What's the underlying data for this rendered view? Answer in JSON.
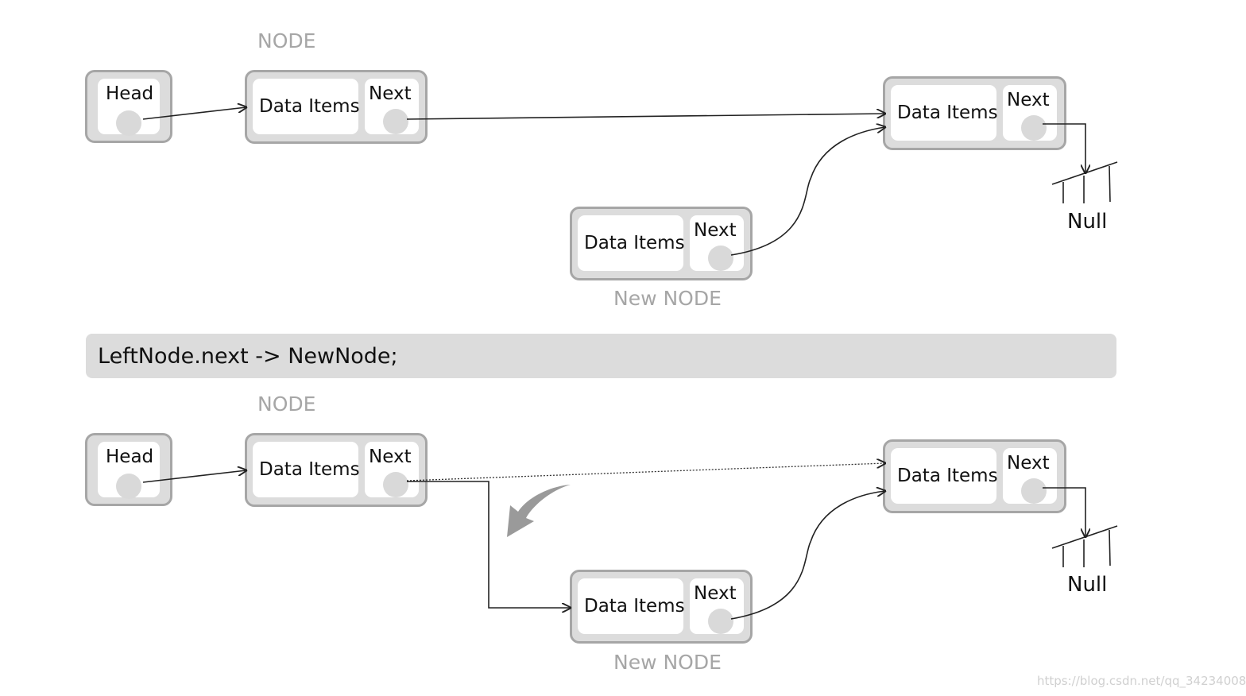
{
  "diagram": {
    "node_caption": "NODE",
    "new_node_caption": "New NODE",
    "head_label": "Head",
    "data_label": "Data Items",
    "next_label": "Next",
    "null_label": "Null",
    "code": "LeftNode.next  ->  NewNode;",
    "watermark": "https://blog.csdn.net/qq_34234008"
  },
  "colors": {
    "node_fill": "#dcdcdc",
    "node_border": "#a6a6a6",
    "cell_fill": "#ffffff",
    "pointer_dot": "#d9d9d9",
    "caption_text": "#a6a6a6",
    "arrow": "#222222",
    "hint_arrow": "#9a9a9a"
  }
}
